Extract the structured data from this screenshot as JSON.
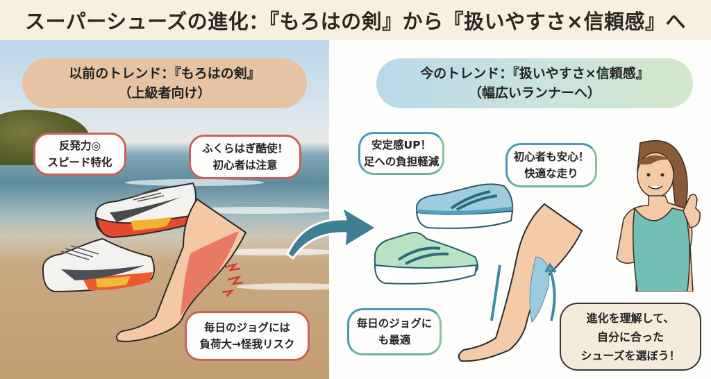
{
  "header": {
    "title": "スーパーシューズの進化：『もろはの剣』から『扱いやすさ×信頼感』へ"
  },
  "left_panel": {
    "heading_line1": "以前のトレンド：『もろはの剣』",
    "heading_line2": "（上級者向け）",
    "bubbles": [
      {
        "line1": "反発力◎",
        "line2": "スピード特化"
      },
      {
        "line1": "ふくらはぎ酷使！",
        "line2": "初心者は注意"
      },
      {
        "line1": "毎日のジョグには",
        "line2": "負荷大→怪我リスク"
      }
    ],
    "shoe_label": "carbon racing shoe",
    "background": "beach"
  },
  "right_panel": {
    "heading_line1": "今のトレンド：『扱いやすさ×信頼感』",
    "heading_line2": "（幅広いランナーへ）",
    "bubbles": [
      {
        "line1": "安定感UP！",
        "line2": "足への負担軽減"
      },
      {
        "line1": "初心者も安心！",
        "line2": "快適な走り"
      },
      {
        "line1": "毎日のジョグに",
        "line2": "も最適"
      }
    ],
    "callout": {
      "line1": "進化を理解して、",
      "line2": "自分に合った",
      "line3": "シューズを選ぼう！"
    }
  },
  "colors": {
    "header_bg": "#f7efe0",
    "left_pill": "#e6c3a3",
    "right_pill_start": "#b9d9e8",
    "right_pill_end": "#d2e7c7",
    "warning_border": "#c9625b",
    "safe_border": "#4a9bb0",
    "arrow": "#3f7f95"
  }
}
